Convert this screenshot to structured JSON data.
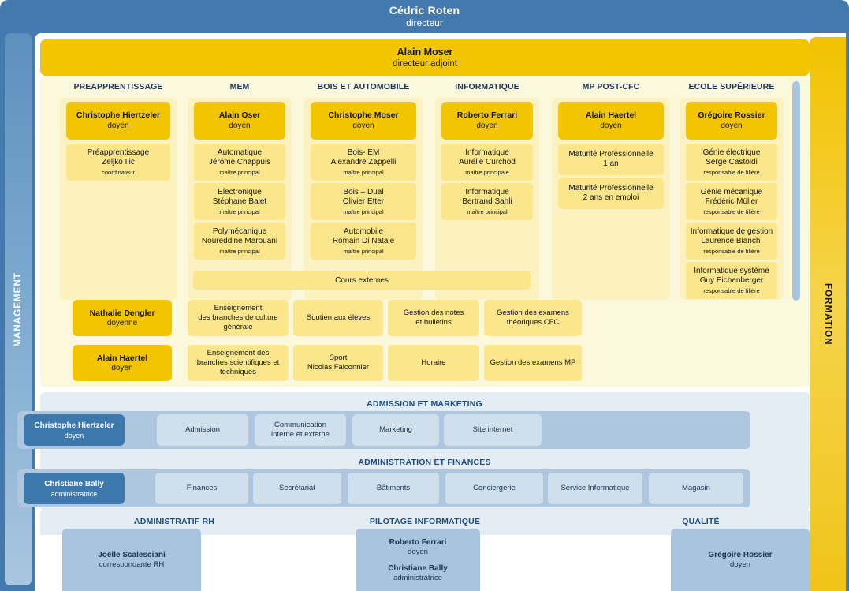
{
  "director": {
    "name": "Cédric Roten",
    "role": "directeur"
  },
  "adjoint": {
    "name": "Alain Moser",
    "role": "directeur adjoint"
  },
  "side_labels": {
    "left": "MANAGEMENT",
    "right": "FORMATION"
  },
  "colors": {
    "frame_blue": "#4479AE",
    "gold": "#F2C500",
    "light_gold": "#FBE68C",
    "cream": "#FCF2C0",
    "panel_cream": "#FCF8DC",
    "pale_blue": "#E4ECF4",
    "mid_blue": "#AEC6DE",
    "dark_blue": "#3D78AD",
    "cell_blue": "#D0DFEC",
    "bottom_blue": "#A8C4DE",
    "title_blue": "#18365C"
  },
  "formation": {
    "columns": [
      {
        "header": "PREAPPRENTISSAGE",
        "dean": {
          "name": "Christophe Hiertzeler",
          "role": "doyen"
        },
        "items": [
          {
            "line1": "Préapprentissage",
            "line2": "Zeljko Ilic",
            "role": "coordinateur"
          }
        ]
      },
      {
        "header": "MEM",
        "dean": {
          "name": "Alain Oser",
          "role": "doyen"
        },
        "items": [
          {
            "line1": "Automatique",
            "line2": "Jérôme Chappuis",
            "role": "maître principal"
          },
          {
            "line1": "Electronique",
            "line2": "Stéphane Balet",
            "role": "maître principal"
          },
          {
            "line1": "Polymécanique",
            "line2": "Noureddine Marouani",
            "role": "maître principal"
          }
        ]
      },
      {
        "header": "BOIS ET AUTOMOBILE",
        "dean": {
          "name": "Christophe Moser",
          "role": "doyen"
        },
        "items": [
          {
            "line1": "Bois- EM",
            "line2": "Alexandre Zappelli",
            "role": "maître principal"
          },
          {
            "line1": "Bois – Dual",
            "line2": "Olivier Etter",
            "role": "maître principal"
          },
          {
            "line1": "Automobile",
            "line2": "Romain Di Natale",
            "role": "maître principal"
          }
        ]
      },
      {
        "header": "INFORMATIQUE",
        "dean": {
          "name": "Roberto Ferrari",
          "role": "doyen"
        },
        "items": [
          {
            "line1": "Informatique",
            "line2": "Aurélie Curchod",
            "role": "maître principale"
          },
          {
            "line1": "Informatique",
            "line2": "Bertrand Sahli",
            "role": "maître principal"
          }
        ]
      },
      {
        "header": "MP POST-CFC",
        "dean": {
          "name": "Alain Haertel",
          "role": "doyen"
        },
        "items": [
          {
            "line1": "Maturité Professionnelle",
            "line2": "1 an",
            "role": ""
          },
          {
            "line1": "Maturité Professionnelle",
            "line2": "2 ans en emploi",
            "role": ""
          }
        ]
      },
      {
        "header": "ECOLE SUPÉRIEURE",
        "dean": {
          "name": "Grégoire Rossier",
          "role": "doyen"
        },
        "items": [
          {
            "line1": "Génie électrique",
            "line2": "Serge Castoldi",
            "role": "responsable de filière"
          },
          {
            "line1": "Génie mécanique",
            "line2": "Frédéric Müller",
            "role": "responsable de filière"
          },
          {
            "line1": "Informatique de gestion",
            "line2": "Laurence Bianchi",
            "role": "responsable de filière"
          },
          {
            "line1": "Informatique système",
            "line2": "Guy Eichenberger",
            "role": "responsable de filière"
          }
        ]
      }
    ],
    "cours_externes": "Cours externes",
    "rows": [
      {
        "dean": {
          "name": "Nathalie Dengler",
          "role": "doyenne"
        },
        "cells": [
          "Enseignement\ndes branches de culture\ngénérale",
          "Soutien aux élèves",
          "Gestion des notes\net bulletins",
          "Gestion des examens\nthéoriques CFC"
        ]
      },
      {
        "dean": {
          "name": "Alain Haertel",
          "role": "doyen"
        },
        "cells": [
          "Enseignement des\nbranches scientifiques et\ntechniques",
          "Sport\nNicolas Falconnier",
          "Horaire",
          "Gestion des examens MP"
        ]
      }
    ]
  },
  "admin_sections": [
    {
      "title": "ADMISSION ET MARKETING",
      "dean": {
        "name": "Christophe Hiertzeler",
        "role": "doyen"
      },
      "cells": [
        "Admission",
        "Communication\ninterne et externe",
        "Marketing",
        "Site internet"
      ]
    },
    {
      "title": "ADMINISTRATION ET FINANCES",
      "dean": {
        "name": "Christiane Bally",
        "role": "administratrice"
      },
      "cells": [
        "Finances",
        "Secrétariat",
        "Bâtiments",
        "Conciergerie",
        "Service Informatique",
        "Magasin"
      ]
    }
  ],
  "bottom": [
    {
      "title": "ADMINISTRATIF RH",
      "people": [
        {
          "name": "Joëlle Scalesciani",
          "role": "correspondante RH"
        }
      ]
    },
    {
      "title": "PILOTAGE INFORMATIQUE",
      "people": [
        {
          "name": "Roberto Ferrari",
          "role": "doyen"
        },
        {
          "name": "Christiane Bally",
          "role": "administratrice"
        }
      ]
    },
    {
      "title": "QUALITÉ",
      "people": [
        {
          "name": "Grégoire Rossier",
          "role": "doyen"
        }
      ]
    }
  ]
}
